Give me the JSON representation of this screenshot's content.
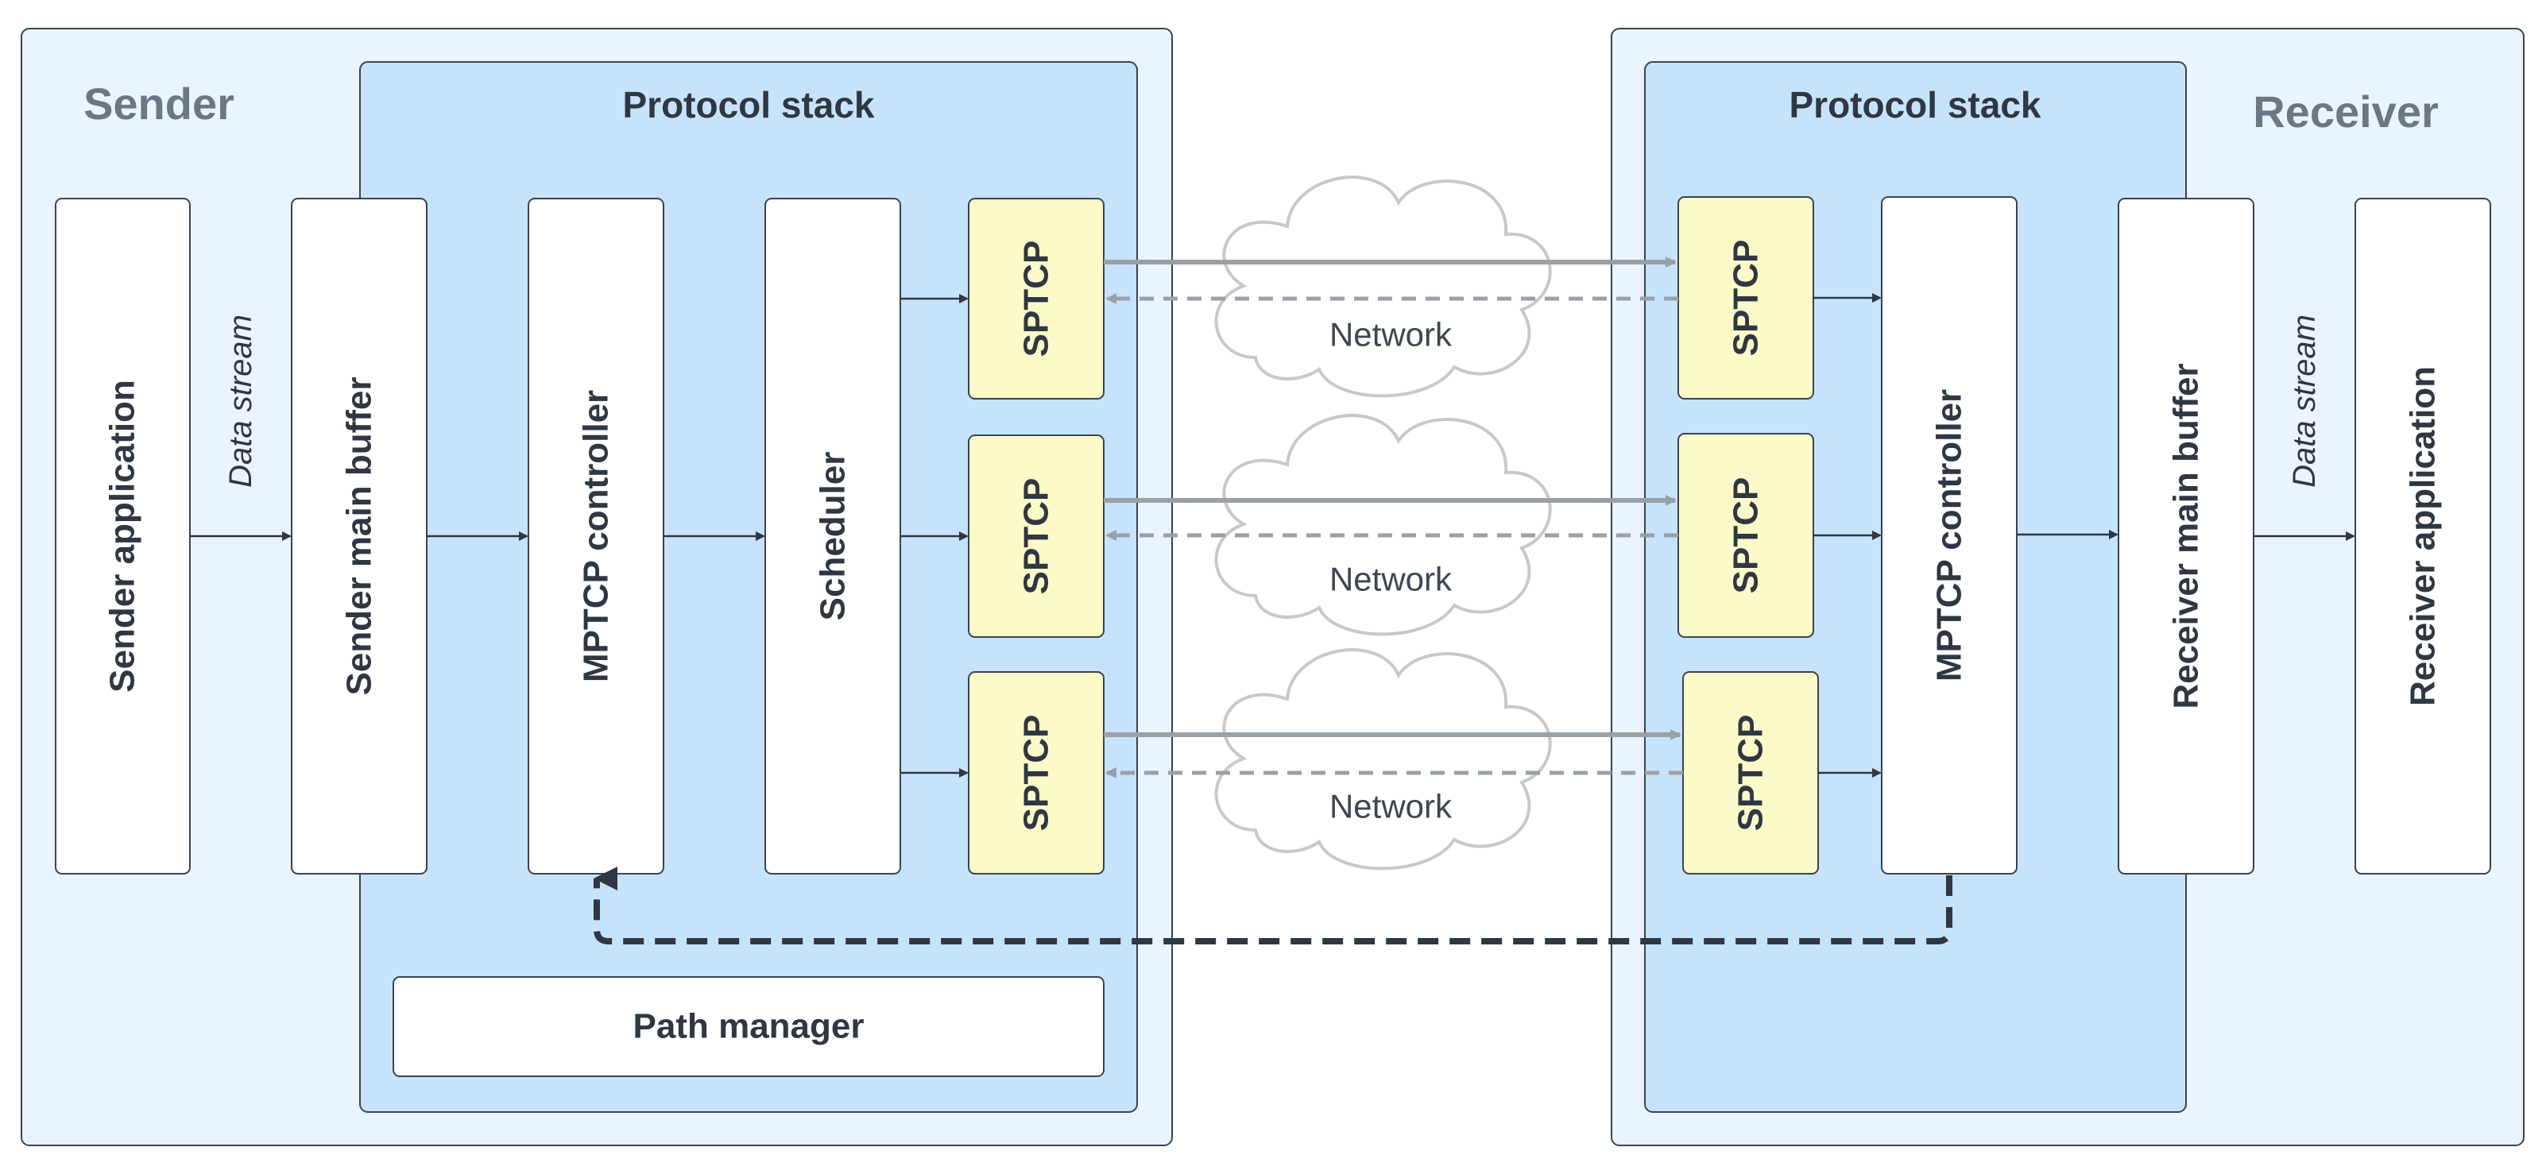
{
  "sender": {
    "title": "Sender",
    "protocol_stack_title": "Protocol stack",
    "application": "Sender application",
    "stream_label": "Data stream",
    "main_buffer": "Sender main buffer",
    "controller": "MPTCP controller",
    "scheduler": "Scheduler",
    "subflows": [
      "SPTCP",
      "SPTCP",
      "SPTCP"
    ],
    "path_manager": "Path manager"
  },
  "network": {
    "labels": [
      "Network",
      "Network",
      "Network"
    ]
  },
  "receiver": {
    "title": "Receiver",
    "protocol_stack_title": "Protocol stack",
    "subflows": [
      "SPTCP",
      "SPTCP",
      "SPTCP"
    ],
    "controller": "MPTCP controller",
    "main_buffer": "Receiver main buffer",
    "stream_label": "Data stream",
    "application": "Receiver application"
  },
  "colors": {
    "outer_region": "#eaf4fe",
    "protocol_stack": "#c6e3fb",
    "box": "#ffffff",
    "subflow": "#fcfac8",
    "border": "#3a4350",
    "arrow": "#2f3742",
    "link": "#9aa0a8",
    "cloud": "#c8c8c8"
  }
}
